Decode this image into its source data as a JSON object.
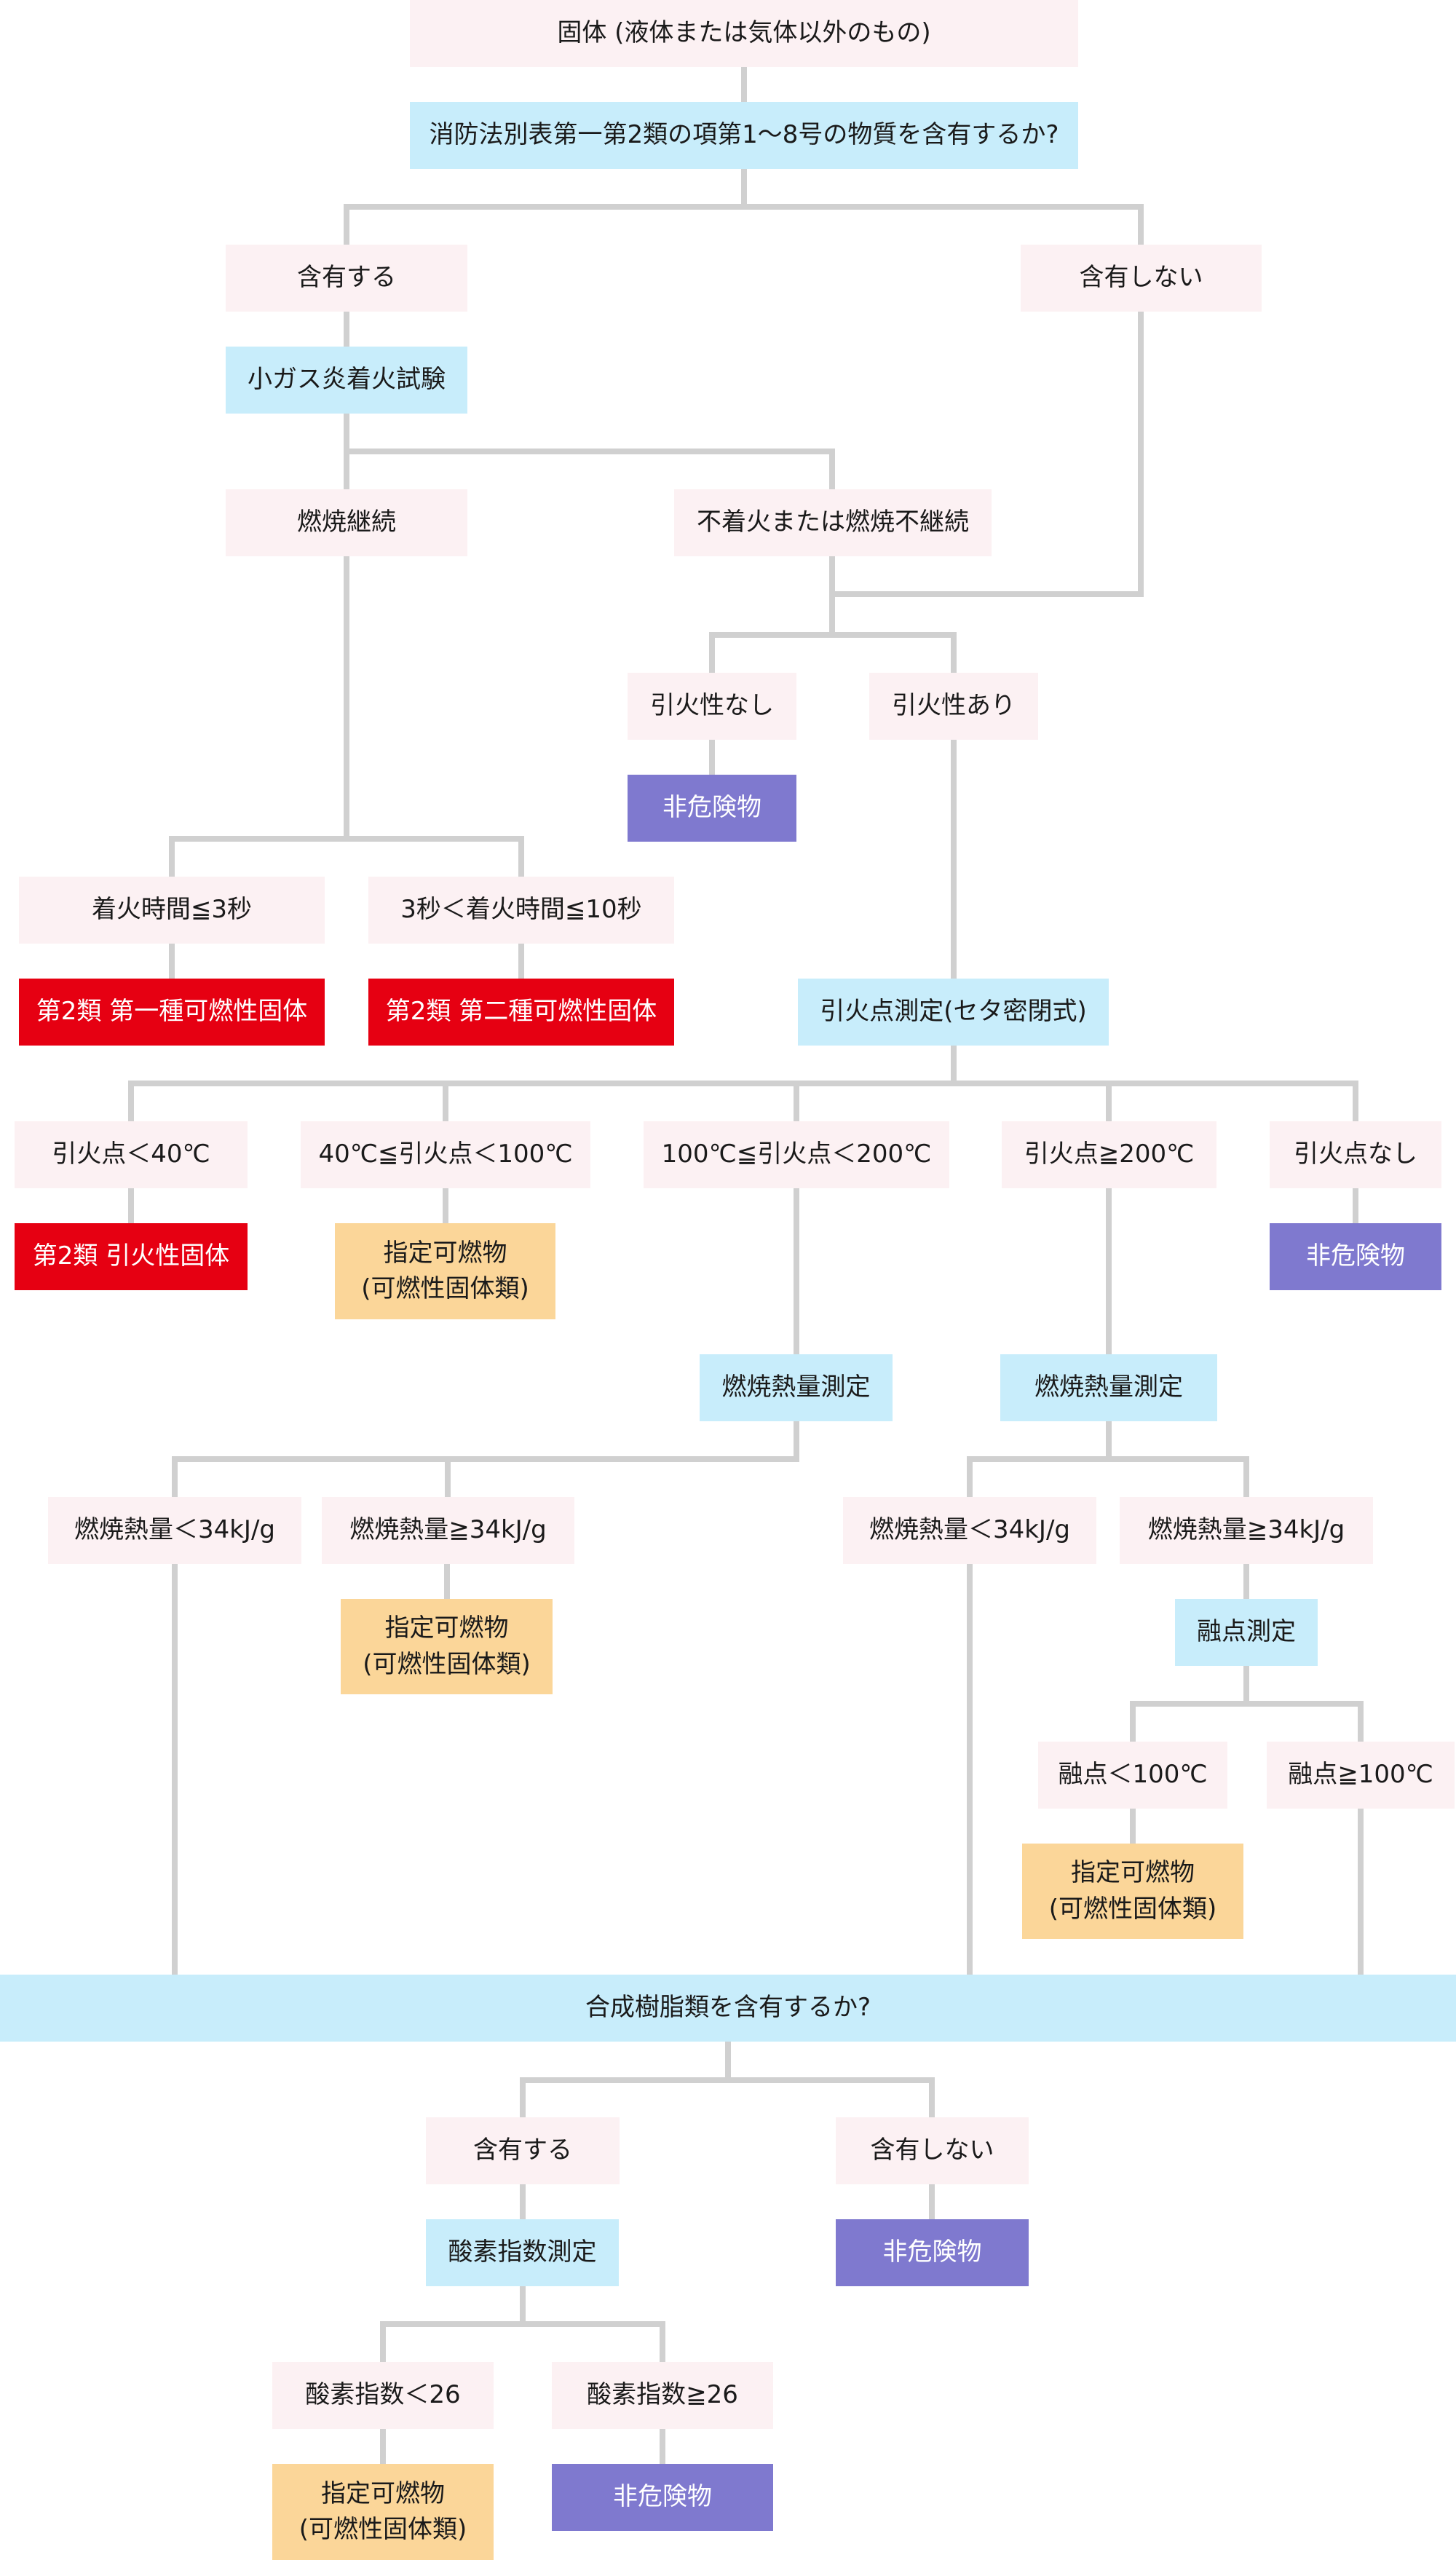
{
  "palette": {
    "condition": "#fcf1f3",
    "test": "#c8edfb",
    "class2": "#e60012",
    "designated": "#fbd699",
    "non_hazardous": "#7f79cf",
    "connector": "#d0d0d0",
    "text_dark": "#1a1a1a",
    "text_light": "#ffffff"
  },
  "nodes": {
    "solid": {
      "label": "固体 (液体または気体以外のもの)",
      "kind": "condition"
    },
    "q_fire_law": {
      "label": "消防法別表第一第2類の項第1～8号の物質を含有するか?",
      "kind": "test"
    },
    "contains": {
      "label": "含有する",
      "kind": "condition"
    },
    "not_contains": {
      "label": "含有しない",
      "kind": "condition"
    },
    "small_flame_test": {
      "label": "小ガス炎着火試験",
      "kind": "test"
    },
    "burning_continues": {
      "label": "燃焼継続",
      "kind": "condition"
    },
    "no_ignition": {
      "label": "不着火または燃焼不継続",
      "kind": "condition"
    },
    "not_flammable": {
      "label": "引火性なし",
      "kind": "condition"
    },
    "flammable": {
      "label": "引火性あり",
      "kind": "condition"
    },
    "result_nonhaz_1": {
      "label": "非危険物",
      "kind": "non_hazardous"
    },
    "ignition_le_3s": {
      "label": "着火時間≦3秒",
      "kind": "condition"
    },
    "ignition_3_10s": {
      "label": "3秒＜着火時間≦10秒",
      "kind": "condition"
    },
    "result_class2_type1": {
      "label": "第2類 第一種可燃性固体",
      "kind": "class2"
    },
    "result_class2_type2": {
      "label": "第2類 第二種可燃性固体",
      "kind": "class2"
    },
    "flash_point_test": {
      "label": "引火点測定(セタ密閉式)",
      "kind": "test"
    },
    "fp_lt_40": {
      "label": "引火点＜40℃",
      "kind": "condition"
    },
    "fp_40_100": {
      "label": "40℃≦引火点＜100℃",
      "kind": "condition"
    },
    "fp_100_200": {
      "label": "100℃≦引火点＜200℃",
      "kind": "condition"
    },
    "fp_ge_200": {
      "label": "引火点≧200℃",
      "kind": "condition"
    },
    "fp_none": {
      "label": "引火点なし",
      "kind": "condition"
    },
    "result_flammable_solid": {
      "label": "第2類 引火性固体",
      "kind": "class2"
    },
    "result_designated_1": {
      "line1": "指定可燃物",
      "line2": "(可燃性固体類)",
      "kind": "designated"
    },
    "result_nonhaz_2": {
      "label": "非危険物",
      "kind": "non_hazardous"
    },
    "heat_test_1": {
      "label": "燃焼熱量測定",
      "kind": "test"
    },
    "heat_test_2": {
      "label": "燃焼熱量測定",
      "kind": "test"
    },
    "heat_lt_34_a": {
      "label": "燃焼熱量＜34kJ/g",
      "kind": "condition"
    },
    "heat_ge_34_a": {
      "label": "燃焼熱量≧34kJ/g",
      "kind": "condition"
    },
    "heat_lt_34_b": {
      "label": "燃焼熱量＜34kJ/g",
      "kind": "condition"
    },
    "heat_ge_34_b": {
      "label": "燃焼熱量≧34kJ/g",
      "kind": "condition"
    },
    "result_designated_2": {
      "line1": "指定可燃物",
      "line2": "(可燃性固体類)",
      "kind": "designated"
    },
    "melting_test": {
      "label": "融点測定",
      "kind": "test"
    },
    "mp_lt_100": {
      "label": "融点＜100℃",
      "kind": "condition"
    },
    "mp_ge_100": {
      "label": "融点≧100℃",
      "kind": "condition"
    },
    "result_designated_3": {
      "line1": "指定可燃物",
      "line2": "(可燃性固体類)",
      "kind": "designated"
    },
    "q_synthetic_resin": {
      "label": "合成樹脂類を含有するか?",
      "kind": "test"
    },
    "resin_contains": {
      "label": "含有する",
      "kind": "condition"
    },
    "resin_not_contains": {
      "label": "含有しない",
      "kind": "condition"
    },
    "oxygen_index_test": {
      "label": "酸素指数測定",
      "kind": "test"
    },
    "result_nonhaz_3": {
      "label": "非危険物",
      "kind": "non_hazardous"
    },
    "oi_lt_26": {
      "label": "酸素指数＜26",
      "kind": "condition"
    },
    "oi_ge_26": {
      "label": "酸素指数≧26",
      "kind": "condition"
    },
    "result_designated_4": {
      "line1": "指定可燃物",
      "line2": "(可燃性固体類)",
      "kind": "designated"
    },
    "result_nonhaz_4": {
      "label": "非危険物",
      "kind": "non_hazardous"
    }
  }
}
